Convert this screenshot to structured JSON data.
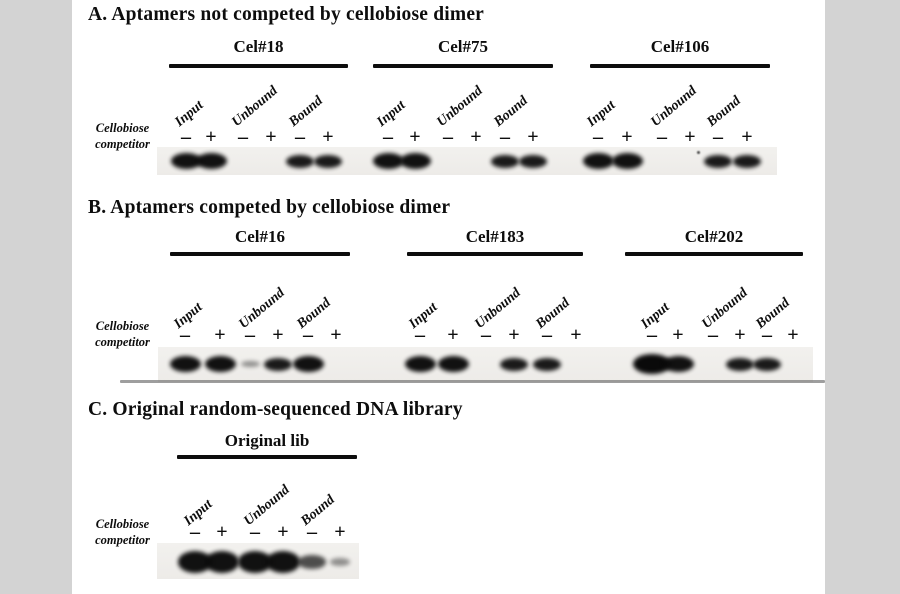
{
  "figure": {
    "colors": {
      "margin_bg": "#d3d3d3",
      "panel_bg": "#ffffff",
      "strip_bg": "#f0efec",
      "band": "#0a0a0a",
      "text": "#0d0d0d"
    },
    "row_label_line1": "Cellobiose",
    "row_label_line2": "competitor",
    "minus_symbol": "–",
    "plus_symbol": "+",
    "sections": [
      {
        "panel_letter": "A",
        "title": "A. Aptamers not competed by cellobiose dimer",
        "groups": [
          {
            "name": "Cel#18",
            "lanes": [
              {
                "label": "Input",
                "minus_band": "strong",
                "plus_band": "strong"
              },
              {
                "label": "Unbound",
                "minus_band": "none",
                "plus_band": "none"
              },
              {
                "label": "Bound",
                "minus_band": "medium",
                "plus_band": "medium"
              }
            ]
          },
          {
            "name": "Cel#75",
            "lanes": [
              {
                "label": "Input",
                "minus_band": "strong",
                "plus_band": "strong"
              },
              {
                "label": "Unbound",
                "minus_band": "none",
                "plus_band": "none"
              },
              {
                "label": "Bound",
                "minus_band": "medium",
                "plus_band": "medium"
              }
            ]
          },
          {
            "name": "Cel#106",
            "lanes": [
              {
                "label": "Input",
                "minus_band": "strong",
                "plus_band": "strong"
              },
              {
                "label": "Unbound",
                "minus_band": "none",
                "plus_band": "none"
              },
              {
                "label": "Bound",
                "minus_band": "medium",
                "plus_band": "medium"
              }
            ]
          }
        ]
      },
      {
        "panel_letter": "B",
        "title": "B. Aptamers competed by cellobiose dimer",
        "groups": [
          {
            "name": "Cel#16",
            "lanes": [
              {
                "label": "Input",
                "minus_band": "strong",
                "plus_band": "strong"
              },
              {
                "label": "Unbound",
                "minus_band": "faint",
                "plus_band": "medium"
              },
              {
                "label": "Bound",
                "minus_band": "strong",
                "plus_band": "none"
              }
            ]
          },
          {
            "name": "Cel#183",
            "lanes": [
              {
                "label": "Input",
                "minus_band": "strong",
                "plus_band": "strong"
              },
              {
                "label": "Unbound",
                "minus_band": "none",
                "plus_band": "medium"
              },
              {
                "label": "Bound",
                "minus_band": "medium",
                "plus_band": "none"
              }
            ]
          },
          {
            "name": "Cel#202",
            "lanes": [
              {
                "label": "Input",
                "minus_band": "vstrong",
                "plus_band": "strong"
              },
              {
                "label": "Unbound",
                "minus_band": "none",
                "plus_band": "medium"
              },
              {
                "label": "Bound",
                "minus_band": "medium",
                "plus_band": "none"
              }
            ]
          }
        ]
      },
      {
        "panel_letter": "C",
        "title": "C. Original random-sequenced DNA library",
        "groups": [
          {
            "name": "Original lib",
            "lanes": [
              {
                "label": "Input",
                "minus_band": "strong",
                "plus_band": "strong"
              },
              {
                "label": "Unbound",
                "minus_band": "strong",
                "plus_band": "strong"
              },
              {
                "label": "Bound",
                "minus_band": "weak",
                "plus_band": "faint"
              }
            ]
          }
        ]
      }
    ]
  }
}
